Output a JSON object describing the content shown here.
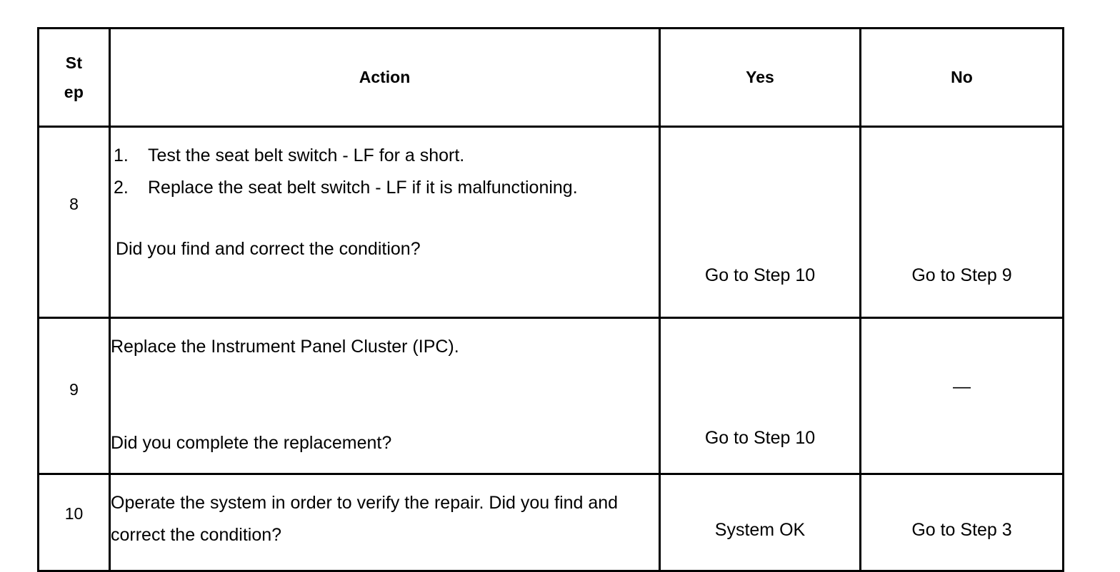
{
  "table": {
    "headers": {
      "step_line1": "St",
      "step_line2": "ep",
      "action": "Action",
      "yes": "Yes",
      "no": "No"
    },
    "rows": [
      {
        "step": "8",
        "action": {
          "list": [
            {
              "marker": "1.",
              "text": "Test the seat belt switch - LF for a short."
            },
            {
              "marker": "2.",
              "text": "Replace the seat belt switch - LF if it is malfunctioning."
            }
          ],
          "question": " Did you find and correct the condition?"
        },
        "yes": "Go to Step 10",
        "no": "Go to Step 9"
      },
      {
        "step": "9",
        "action": {
          "list": [],
          "statement": "Replace the Instrument Panel Cluster (IPC).",
          "question": "Did you complete the replacement?"
        },
        "yes": "Go to Step 10",
        "no": "—"
      },
      {
        "step": "10",
        "action": {
          "list": [],
          "question": "Operate the system in order to verify the repair. Did you find and correct the condition?"
        },
        "yes": "System OK",
        "no": "Go to Step 3"
      }
    ]
  },
  "colors": {
    "border": "#000000",
    "text": "#000000",
    "background": "#ffffff"
  }
}
